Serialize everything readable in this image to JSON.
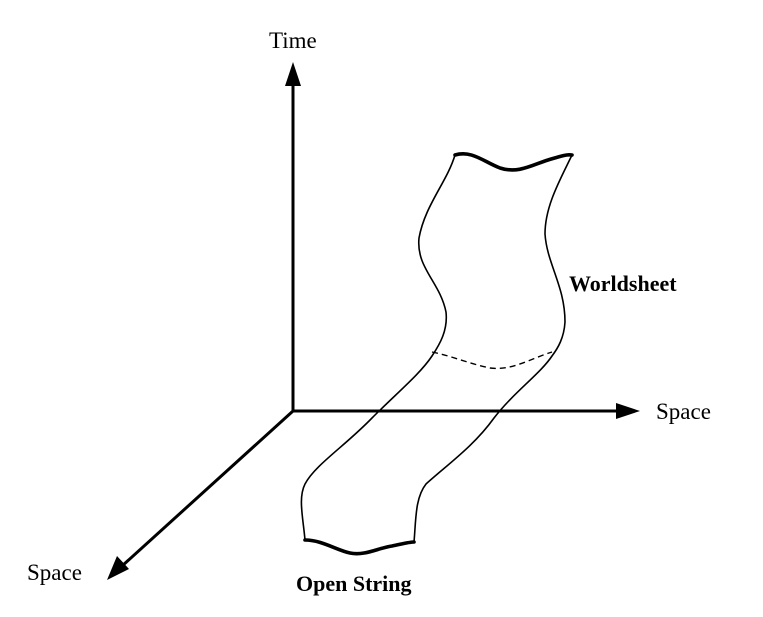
{
  "axes": {
    "time_label": "Time",
    "space_x_label": "Space",
    "space_depth_label": "Space"
  },
  "labels": {
    "worldsheet": "Worldsheet",
    "open_string": "Open String"
  },
  "colors": {
    "ink": "#000000",
    "background": "#ffffff"
  }
}
